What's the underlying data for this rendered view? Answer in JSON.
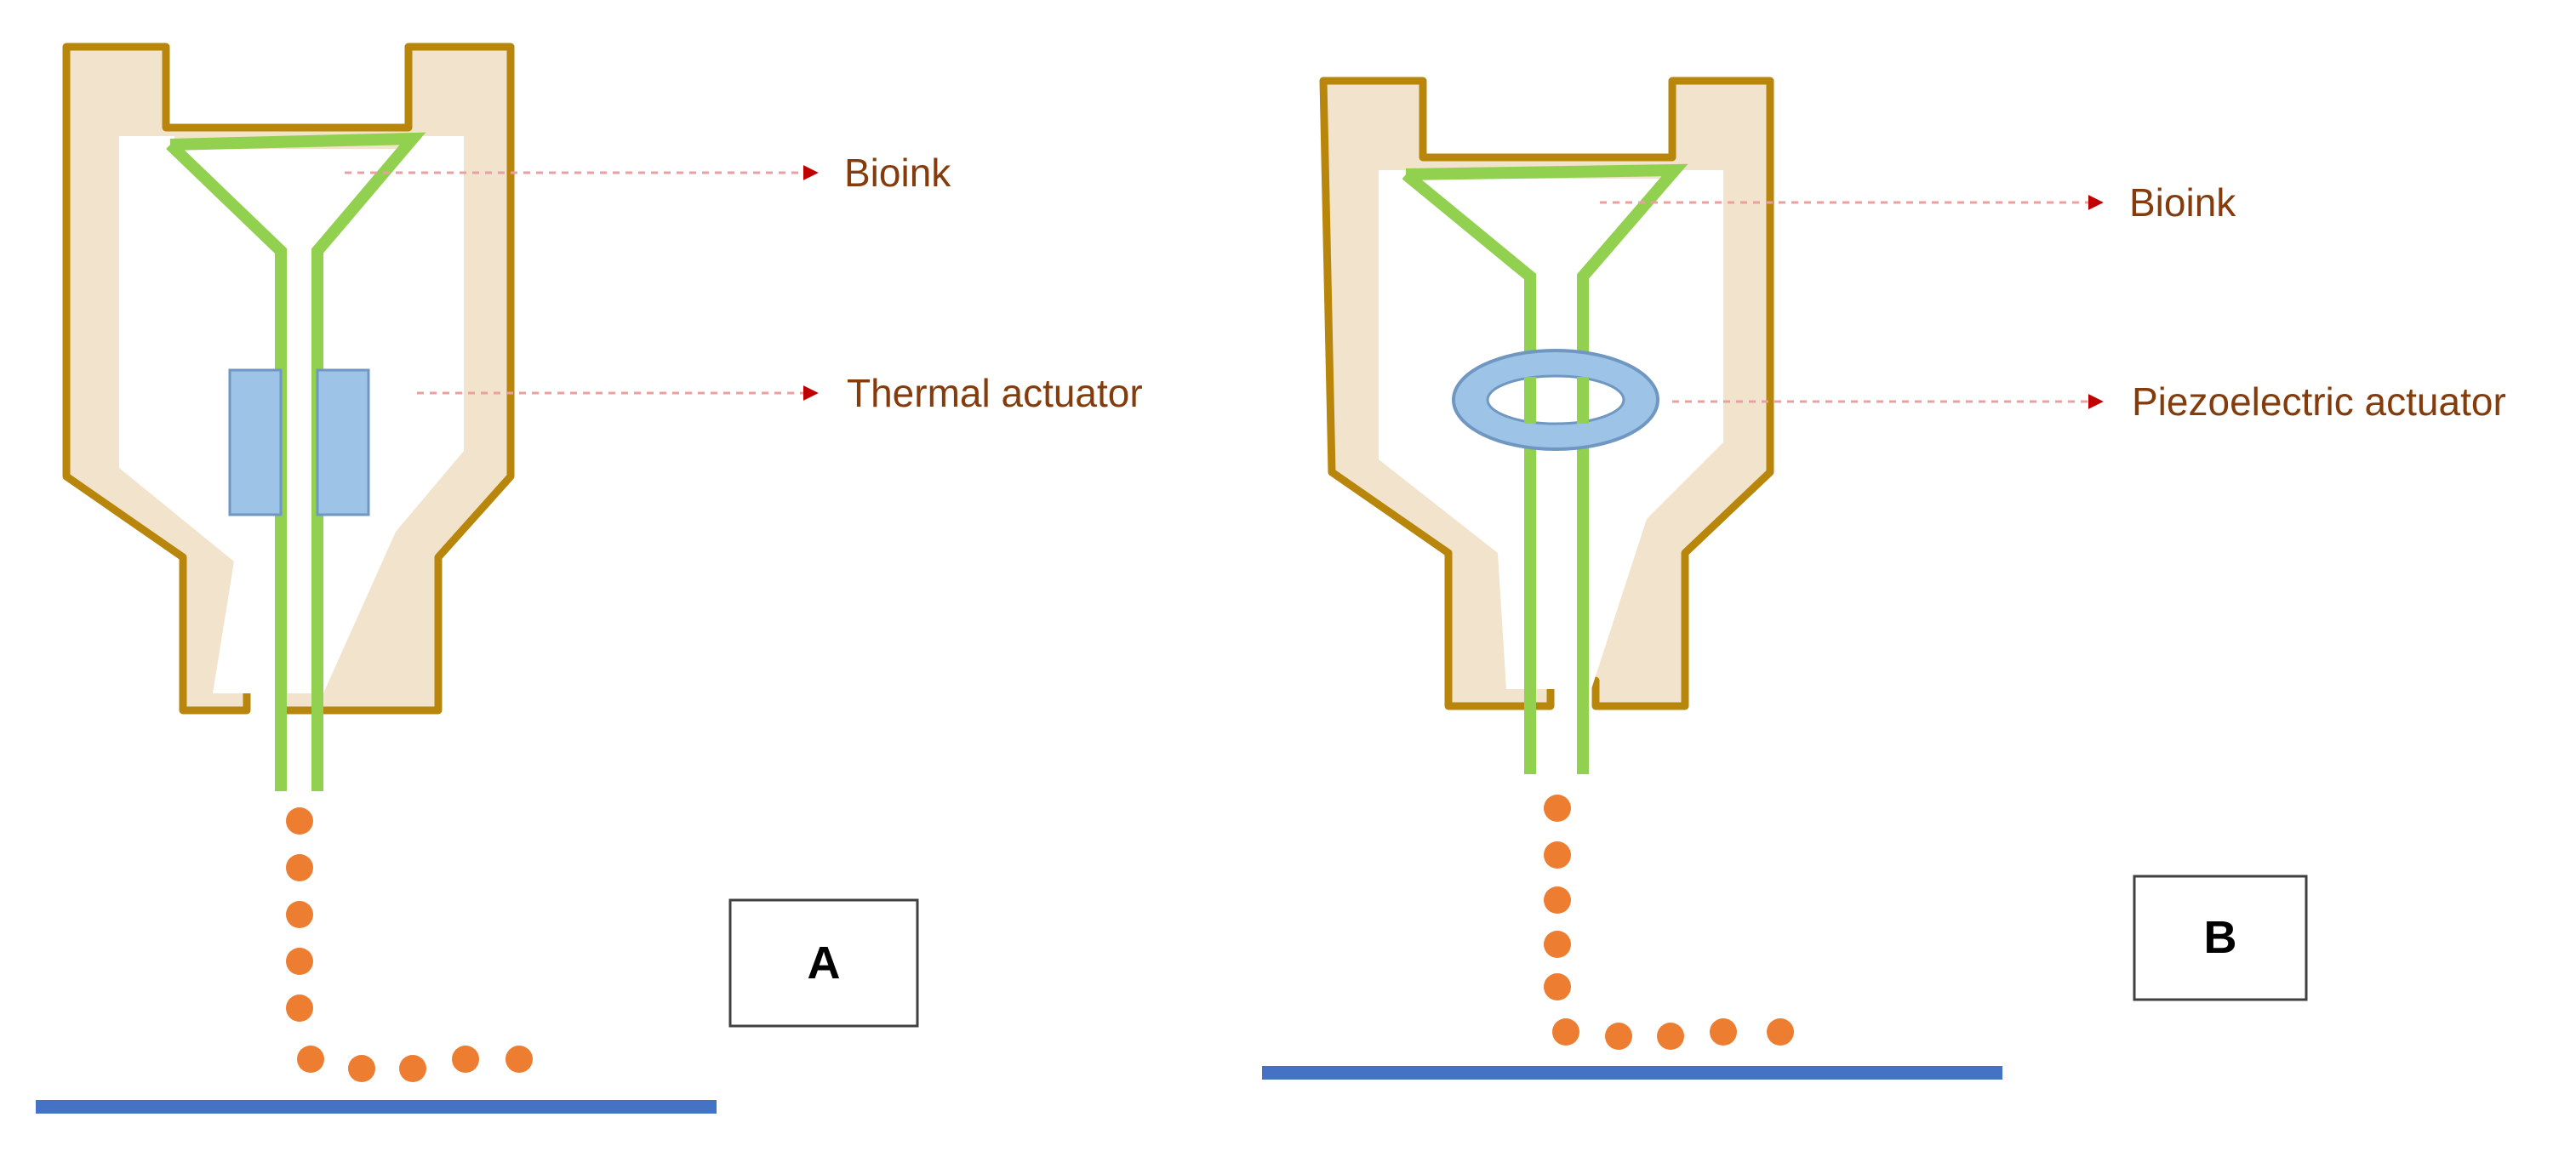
{
  "panels": [
    {
      "letter": "A",
      "labels": {
        "bioink": "Bioink",
        "actuator": "Thermal actuator"
      },
      "actuator_icon": "rectangle-block-icon"
    },
    {
      "letter": "B",
      "labels": {
        "bioink": "Bioink",
        "actuator": "Piezoelectric actuator"
      },
      "actuator_icon": "ring-icon"
    }
  ],
  "colors": {
    "nozzle_outline": "#b8860b",
    "nozzle_fill": "#f0dfc6",
    "channel": "#92d050",
    "actuator_fill": "#9dc3e6",
    "actuator_stroke": "#6f97c2",
    "droplet": "#ed7d31",
    "substrate": "#4472c4",
    "label_text": "#843c0c",
    "callout_line": "#e8a0a0",
    "callout_arrow": "#c00000",
    "box_border": "#404040"
  }
}
